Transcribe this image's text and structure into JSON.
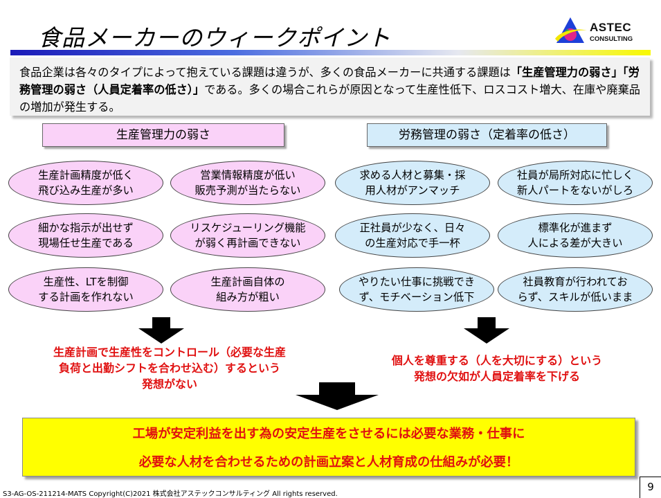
{
  "title": "食品メーカーのウィークポイント",
  "logo": {
    "line1": "ASTEC",
    "line2": "CONSULTING",
    "colors": [
      "#1e40d8",
      "#e0268a",
      "#2aa84a",
      "#f2e600"
    ]
  },
  "intro": {
    "part1": "食品企業は各々のタイプによって抱えている課題は違うが、多くの食品メーカーに共通する課題は",
    "bold": "「生産管理力の弱さ」「労務管理の弱さ（人員定着率の低さ）」",
    "part2": "である。多くの場合これらが原因となって生産性低下、ロスコスト増大、在庫や廃棄品の増加が発生する。"
  },
  "left": {
    "header": "生産管理力の弱さ",
    "ovals": [
      "生産計画精度が低く\n飛び込み生産が多い",
      "営業情報精度が低い\n販売予測が当たらない",
      "細かな指示が出せず\n現場任せ生産である",
      "リスケジューリング機能\nが弱く再計画できない",
      "生産性、LTを制御\nする計画を作れない",
      "生産計画自体の\n組み方が粗い"
    ],
    "conclusion": "生産計画で生産性をコントロール（必要な生産\n負荷と出勤シフトを合わせ込む）するという\n発想がない"
  },
  "right": {
    "header": "労務管理の弱さ（定着率の低さ）",
    "ovals": [
      "求める人材と募集・採\n用人材がアンマッチ",
      "社員が局所対応に忙しく\n新人パートをないがしろ",
      "正社員が少なく、日々\nの生産対応で手一杯",
      "標準化が進まず\n人による差が大きい",
      "やりたい仕事に挑戦でき\nず、モチベーション低下",
      "社員教育が行われてお\nらず、スキルが低いまま"
    ],
    "conclusion": "個人を尊重する（人を大切にする）という\n発想の欠如が人員定着率を下げる"
  },
  "bottom": {
    "line1": "工場が安定利益を出す為の安定生産をさせるには必要な業務・仕事に",
    "line2": "必要な人材を合わせるための計画立案と人材育成の仕組みが必要！"
  },
  "footer": "S3-AG-OS-211214-MATS  Copyright(C)2021  株式会社アステックコンサルティング  All rights reserved.",
  "page_number": "9"
}
